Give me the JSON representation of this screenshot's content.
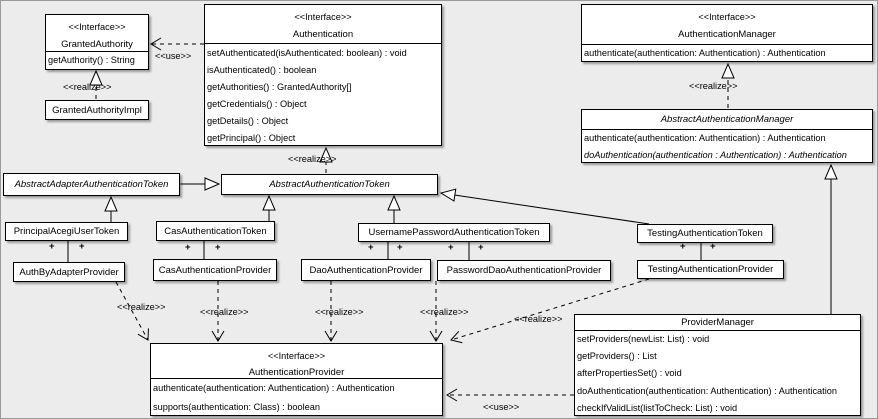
{
  "diagram": {
    "background": "#ececec",
    "box_fill": "#ffffff",
    "line_color": "#000000",
    "label_realize": "<<realize>>",
    "label_use": "<<use>>",
    "plus": "+",
    "stereotype_interface": "<<Interface>>"
  },
  "classes": {
    "granted_authority": {
      "stereotype": "<<Interface>>",
      "name": "GrantedAuthority",
      "methods": [
        "getAuthority() : String"
      ]
    },
    "granted_authority_impl": {
      "name": "GrantedAuthorityImpl"
    },
    "authentication": {
      "stereotype": "<<Interface>>",
      "name": "Authentication",
      "methods": [
        "setAuthenticated(isAuthenticated: boolean) : void",
        "isAuthenticated() : boolean",
        "getAuthorities() : GrantedAuthority[]",
        "getCredentials() : Object",
        "getDetails() : Object",
        "getPrincipal() : Object"
      ]
    },
    "authentication_manager": {
      "stereotype": "<<Interface>>",
      "name": "AuthenticationManager",
      "methods": [
        "authenticate(authentication: Authentication) : Authentication"
      ]
    },
    "abstract_authentication_manager": {
      "name": "AbstractAuthenticationManager",
      "methods": [
        "authenticate(authentication: Authentication) : Authentication",
        "doAuthentication(authentication : Authentication) : Authentication"
      ]
    },
    "abstract_adapter_authentication_token": {
      "name": "AbstractAdapterAuthenticationToken"
    },
    "abstract_authentication_token": {
      "name": "AbstractAuthenticationToken"
    },
    "principal_acegi_user_token": {
      "name": "PrincipalAcegiUserToken"
    },
    "cas_authentication_token": {
      "name": "CasAuthenticationToken"
    },
    "username_password_authentication_token": {
      "name": "UsernamePasswordAuthenticationToken"
    },
    "testing_authentication_token": {
      "name": "TestingAuthenticationToken"
    },
    "auth_by_adapter_provider": {
      "name": "AuthByAdapterProvider"
    },
    "cas_authentication_provider": {
      "name": "CasAuthenticationProvider"
    },
    "dao_authentication_provider": {
      "name": "DaoAuthenticationProvider"
    },
    "password_dao_authentication_provider": {
      "name": "PasswordDaoAuthenticationProvider"
    },
    "testing_authentication_provider": {
      "name": "TestingAuthenticationProvider"
    },
    "authentication_provider": {
      "stereotype": "<<Interface>>",
      "name": "AuthenticationProvider",
      "methods": [
        "authenticate(authentication: Authentication) : Authentication",
        "supports(authentication: Class) : boolean"
      ]
    },
    "provider_manager": {
      "name": "ProviderManager",
      "methods": [
        "setProviders(newList: List) : void",
        "getProviders() : List",
        "afterPropertiesSet() : void",
        "doAuthentication(authentication: Authentication) : Authentication",
        "checkIfValidList(listToCheck: List) : void"
      ]
    }
  }
}
